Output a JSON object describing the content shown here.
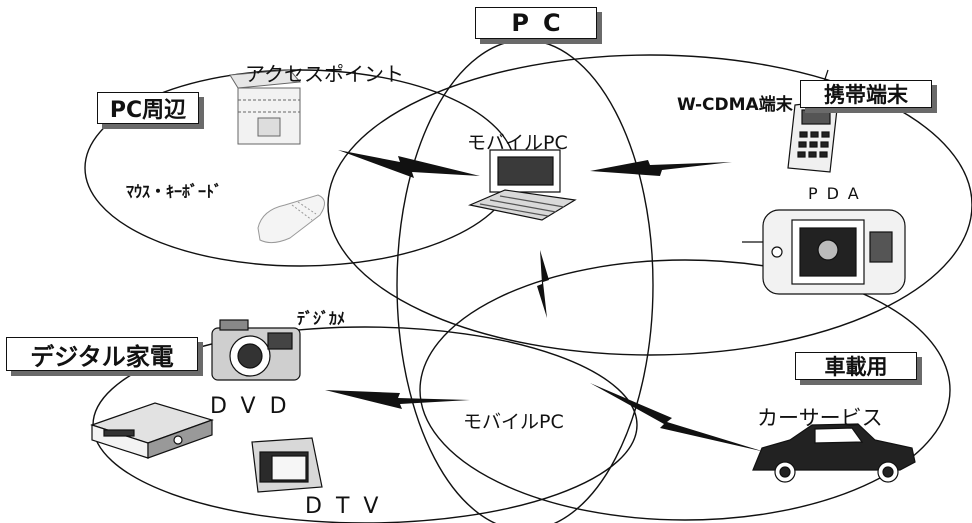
{
  "categories": {
    "pc": "PC",
    "pc_peripheral": "PC周辺",
    "mobile_terminal": "携帯端末",
    "digital_appliance": "デジタル家電",
    "in_vehicle": "車載用"
  },
  "devices": {
    "access_point": "アクセスポイント",
    "mouse_keyboard": "ﾏｳｽ・ｷｰﾎﾞｰﾄﾞ",
    "mobile_pc_top": "モバイルPC",
    "wcdma": "W-CDMA端末",
    "pda": "PDA",
    "digicam": "ﾃﾞｼﾞｶﾒ",
    "dvd": "DVD",
    "dtv": "DTV",
    "mobile_pc_bottom": "モバイルPC",
    "car_service": "カーサービス"
  },
  "colors": {
    "line": "#111111",
    "shadow": "#6a6a6a",
    "shade": "#bdbdbd",
    "background": "#ffffff"
  }
}
